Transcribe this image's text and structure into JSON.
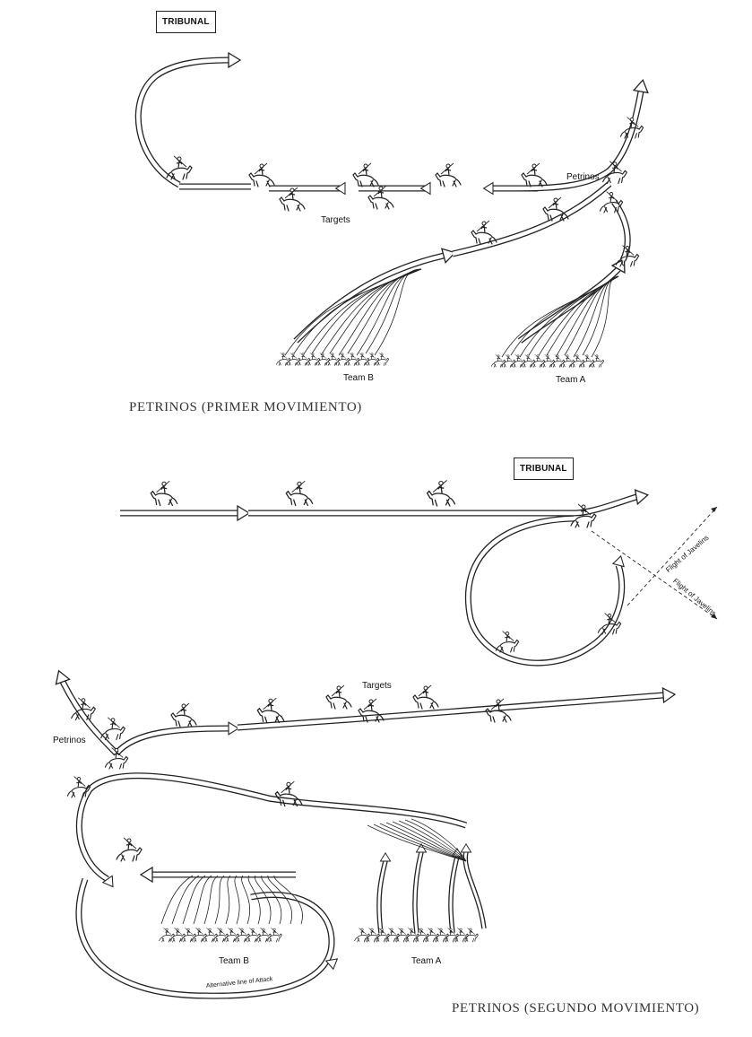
{
  "diagram1": {
    "tribunal": "TRIBUNAL",
    "petrinos": "Petrinos",
    "targets": "Targets",
    "team_b": "Team B",
    "team_a": "Team A",
    "caption": "PETRINOS (PRIMER MOVIMIENTO)"
  },
  "diagram2": {
    "tribunal": "TRIBUNAL",
    "flight_1": "Flight of Javelins",
    "flight_2": "Flight of Javelins",
    "targets": "Targets",
    "petrinos": "Petrinos",
    "team_b": "Team B",
    "team_a": "Team A",
    "alt_line": "Alternative line of Attack",
    "caption": "PETRINOS (SEGUNDO MOVIMIENTO)"
  },
  "icons": {
    "rider": "horseman-icon",
    "arrow": "double-line-arrow"
  }
}
